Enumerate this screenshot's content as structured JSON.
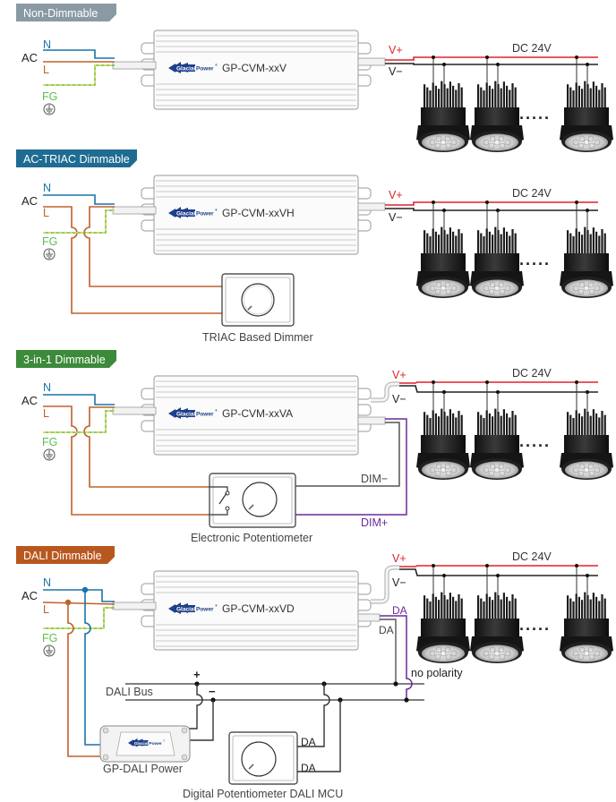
{
  "colors": {
    "neutral": "#1a73a8",
    "live": "#c0612b",
    "ground_green": "#5cbf4a",
    "ground_yellow": "#e8d84a",
    "vplus": "#e2202a",
    "vminus": "#222222",
    "dim_plus": "#6a2a9a",
    "gray_wire": "#555555",
    "driver_outline": "#9a9a9a",
    "text": "#222222",
    "gray_text": "#555555",
    "logo_blue": "#1e3f8a"
  },
  "sections": [
    {
      "id": "non-dimmable",
      "header": "Non-Dimmable",
      "header_color": "#8a9aa5",
      "ac_label": "AC",
      "n_label": "N",
      "l_label": "L",
      "fg_label": "FG",
      "driver_model": "GP-CVM-xxV",
      "logo": "GlacialPower",
      "vplus_label": "V+",
      "vminus_label": "V−",
      "dc_label": "DC 24V",
      "ellipsis": "·····"
    },
    {
      "id": "ac-triac-dimmable",
      "header": "AC-TRIAC Dimmable",
      "header_color": "#1f6c93",
      "ac_label": "AC",
      "n_label": "N",
      "l_label": "L",
      "fg_label": "FG",
      "driver_model": "GP-CVM-xxVH",
      "logo": "GlacialPower",
      "vplus_label": "V+",
      "vminus_label": "V−",
      "dc_label": "DC 24V",
      "ellipsis": "·····",
      "dimmer_label": "TRIAC Based Dimmer"
    },
    {
      "id": "3-in-1-dimmable",
      "header": "3-in-1 Dimmable",
      "header_color": "#3c8a3a",
      "ac_label": "AC",
      "n_label": "N",
      "l_label": "L",
      "fg_label": "FG",
      "driver_model": "GP-CVM-xxVA",
      "logo": "GlacialPower",
      "vplus_label": "V+",
      "vminus_label": "V−",
      "dc_label": "DC 24V",
      "ellipsis": "·····",
      "dim_minus_label": "DIM−",
      "dim_plus_label": "DIM+",
      "dimmer_label": "Electronic Potentiometer"
    },
    {
      "id": "dali-dimmable",
      "header": "DALI Dimmable",
      "header_color": "#b8581f",
      "ac_label": "AC",
      "n_label": "N",
      "l_label": "L",
      "fg_label": "FG",
      "driver_model": "GP-CVM-xxVD",
      "logo": "GlacialPower",
      "vplus_label": "V+",
      "vminus_label": "V−",
      "dc_label": "DC 24V",
      "ellipsis": "·····",
      "da_label_1": "DA",
      "da_label_2": "DA",
      "no_polarity_label": "no polarity",
      "dali_bus_label": "DALI Bus",
      "plus_label": "+",
      "minus_label": "−",
      "dali_power_label": "GP-DALI Power",
      "mcu_da_1": "DA",
      "mcu_da_2": "DA",
      "mcu_label": "Digital Potentiometer DALI MCU"
    }
  ]
}
